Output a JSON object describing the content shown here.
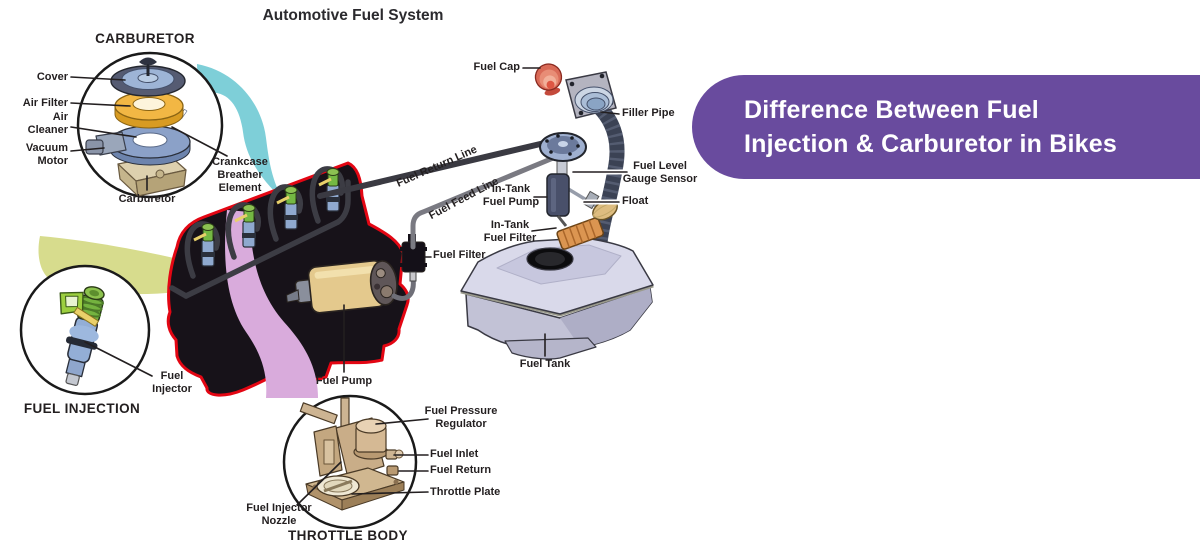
{
  "title": "Automotive Fuel System",
  "banner": {
    "text": "Difference Between Fuel\nInjection & Carburetor in Bikes"
  },
  "headings": {
    "carburetor": "CARBURETOR",
    "fuel_injection": "FUEL INJECTION",
    "throttle_body": "THROTTLE BODY"
  },
  "labels": {
    "cover": "Cover",
    "air_filter": "Air Filter",
    "air_cleaner": "Air\nCleaner",
    "vacuum_motor": "Vacuum\nMotor",
    "carburetor_part": "Carburetor",
    "crankcase_breather_element": "Crankcase\nBreather\nElement",
    "fuel_return_line": "Fuel Return Line",
    "fuel_feed_line": "Fuel Feed Line",
    "fuel_cap": "Fuel Cap",
    "filler_pipe": "Filler Pipe",
    "fuel_level_gauge_sensor": "Fuel Level\nGauge Sensor",
    "float": "Float",
    "in_tank_fuel_pump": "In-Tank\nFuel Pump",
    "in_tank_fuel_filter": "In-Tank\nFuel Filter",
    "fuel_filter": "Fuel Filter",
    "fuel_tank": "Fuel Tank",
    "fuel_pump": "Fuel Pump",
    "fuel_injector": "Fuel\nInjector",
    "fuel_pressure_regulator": "Fuel Pressure\nRegulator",
    "fuel_inlet": "Fuel Inlet",
    "fuel_return": "Fuel Return",
    "throttle_plate": "Throttle Plate",
    "fuel_injector_nozzle": "Fuel Injector\nNozzle"
  },
  "colors": {
    "banner_bg": "#694b9e",
    "banner_fg": "#ffffff",
    "engine_fill": "#171219",
    "engine_outline": "#e30613",
    "swoosh_teal": "#7ecfd8",
    "swoosh_yellow_green": "#d7dc8d",
    "swoosh_pink": "#d9abdc",
    "label_text": "#231f20",
    "air_filter_gold": "#f2b744",
    "fuel_pump_tan": "#e4c98d",
    "fuel_cap_red": "#d96a57",
    "injector_green": "#74b33f",
    "injector_blue": "#93aed6",
    "tank_lavender": "#d9d9ea"
  }
}
